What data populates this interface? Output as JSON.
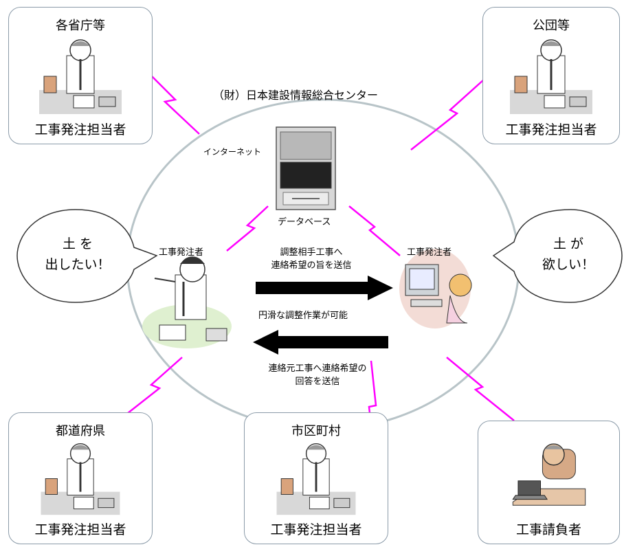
{
  "center": {
    "title": "（財）日本建設情報総合センター",
    "internet": "インターネット",
    "database": "データベース"
  },
  "boxes": {
    "top_left": {
      "title": "各省庁等",
      "role": "工事発注担当者"
    },
    "top_right": {
      "title": "公団等",
      "role": "工事発注担当者"
    },
    "bottom_left": {
      "title": "都道府県",
      "role": "工事発注担当者"
    },
    "bottom_mid": {
      "title": "市区町村",
      "role": "工事発注担当者"
    },
    "bottom_right": {
      "title": "",
      "role": "工事請負者"
    }
  },
  "left_actor": {
    "label": "工事発注者"
  },
  "right_actor": {
    "label": "工事発注者"
  },
  "messages": {
    "forward_line1": "調整相手工事へ",
    "forward_line2": "連絡希望の旨を送信",
    "middle": "円滑な調整作業が可能",
    "reply_line1": "連絡元工事へ連絡希望の",
    "reply_line2": "回答を送信"
  },
  "bubbles": {
    "left_line1": "土 を",
    "left_line2": "出したい！",
    "right_line1": "土 が",
    "right_line2": "欲しい！"
  },
  "colors": {
    "lightning": "#ff00ff",
    "ellipse": "#b8c4c8",
    "arrow": "#000000"
  }
}
